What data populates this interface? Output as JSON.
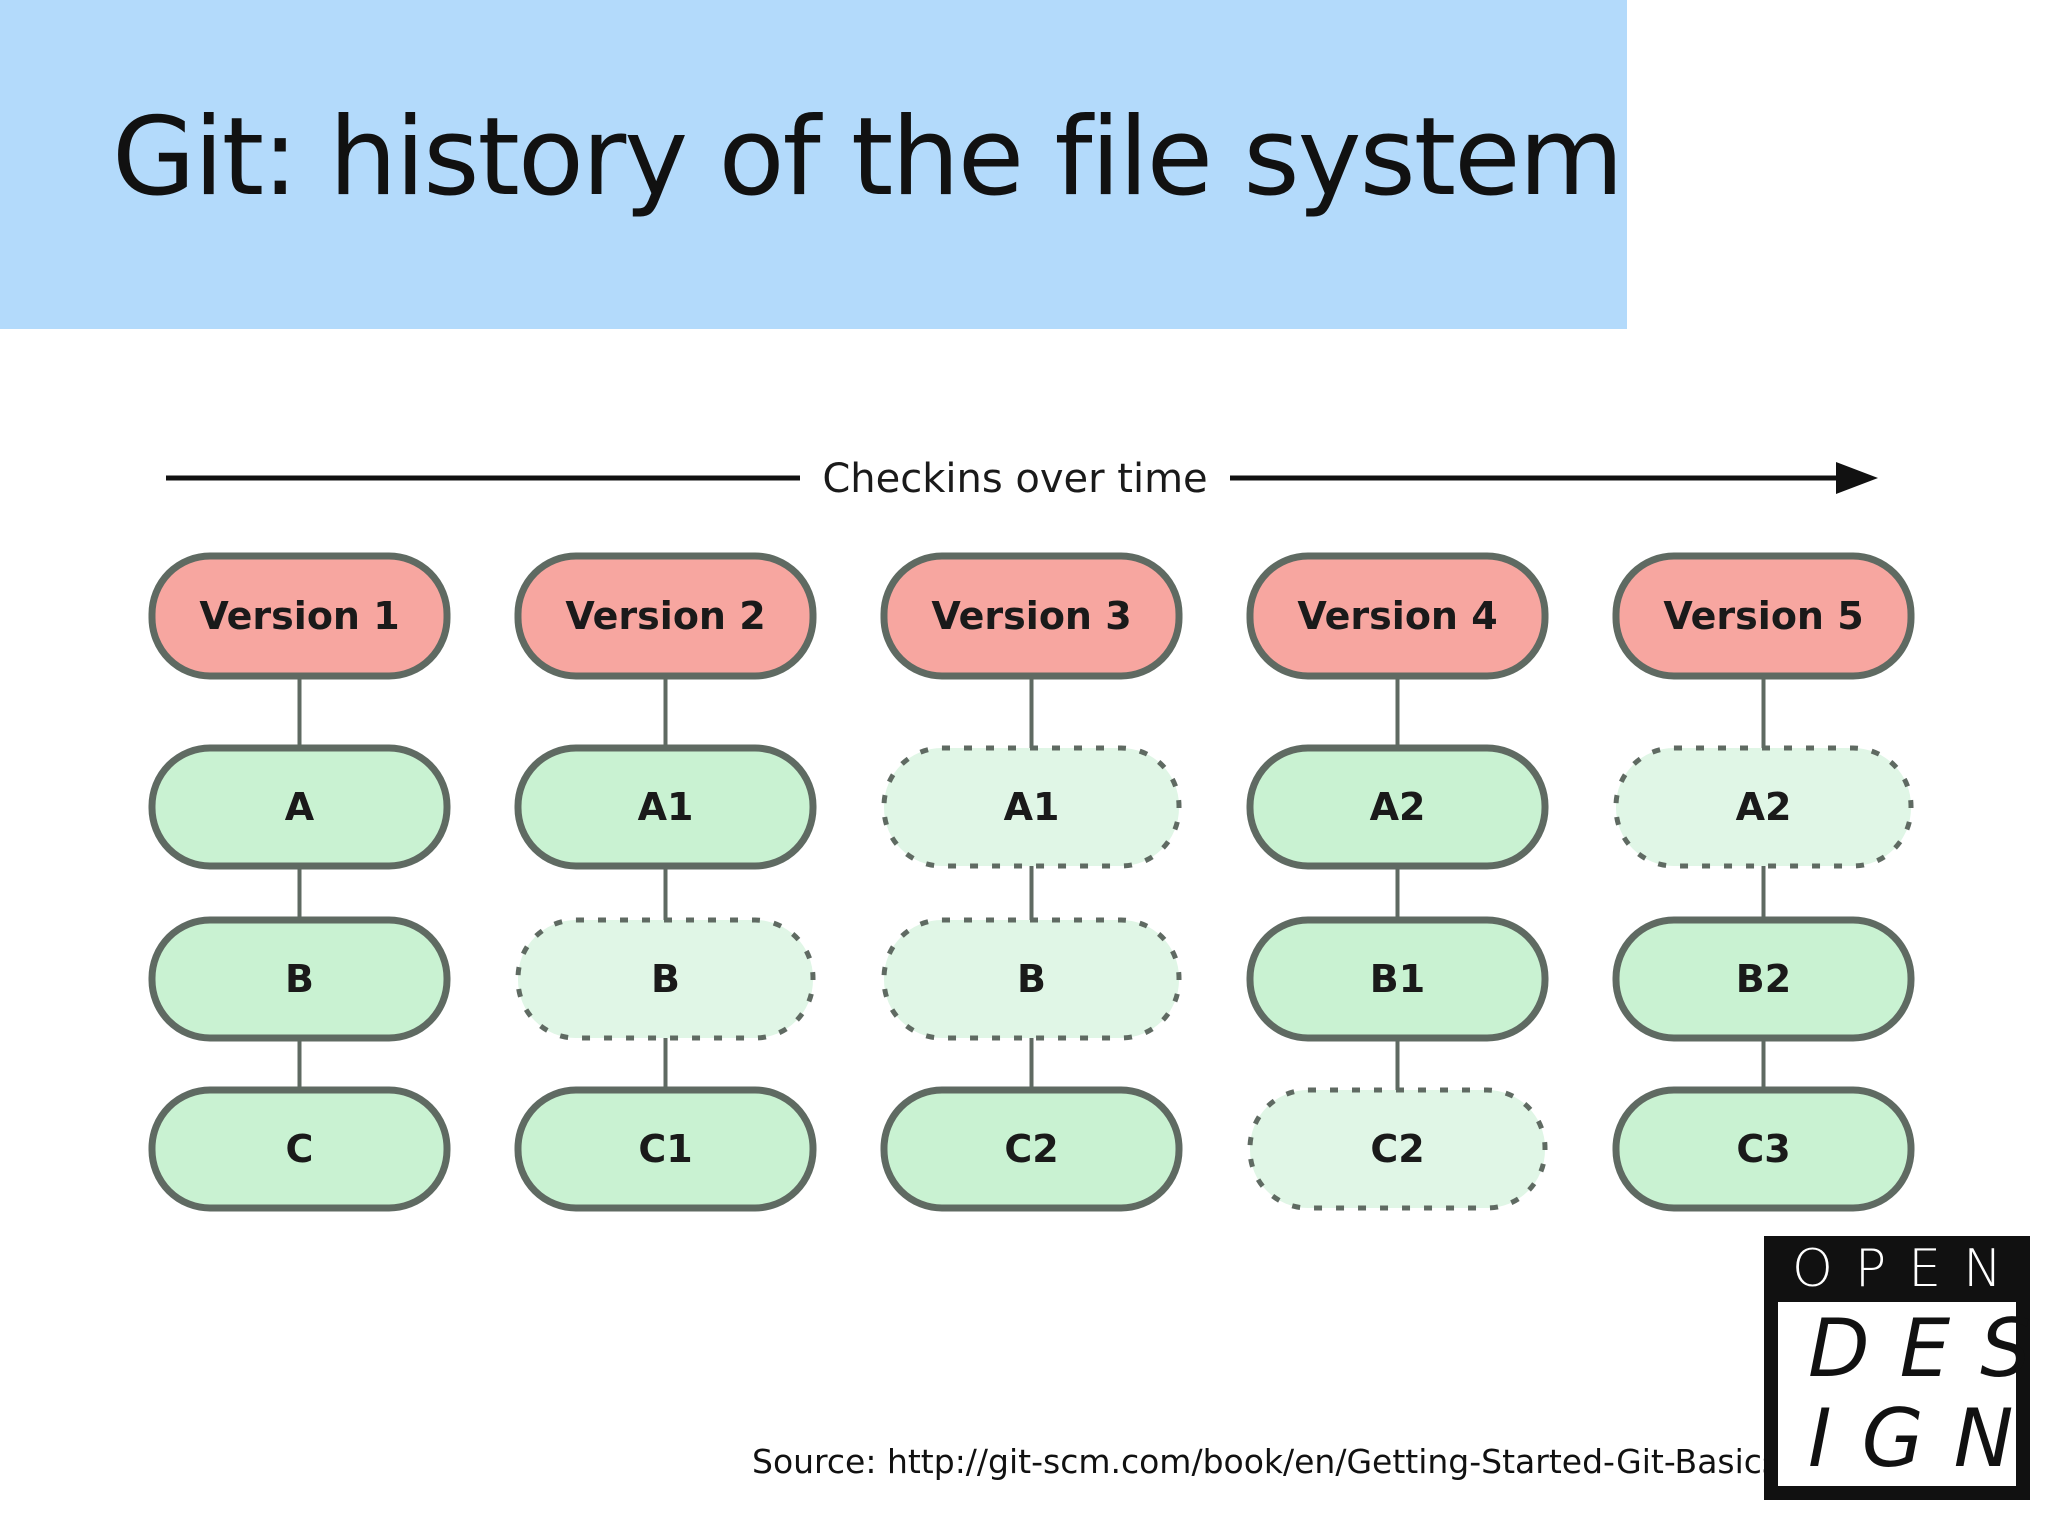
{
  "slide": {
    "title": "Git: history of the file system",
    "source": "Source: http://git-scm.com/book/en/Getting-Started-Git-Basics"
  },
  "diagram": {
    "axis_label": "Checkins over time",
    "colors": {
      "version_fill": "#f7a6a0",
      "file_fill": "#c9f2d2",
      "file_fill_unchanged": "#e0f6e6",
      "stroke": "#5f6a62"
    },
    "columns": [
      {
        "version": "Version 1",
        "files": [
          {
            "label": "A",
            "changed": true
          },
          {
            "label": "B",
            "changed": true
          },
          {
            "label": "C",
            "changed": true
          }
        ]
      },
      {
        "version": "Version 2",
        "files": [
          {
            "label": "A1",
            "changed": true
          },
          {
            "label": "B",
            "changed": false
          },
          {
            "label": "C1",
            "changed": true
          }
        ]
      },
      {
        "version": "Version 3",
        "files": [
          {
            "label": "A1",
            "changed": false
          },
          {
            "label": "B",
            "changed": false
          },
          {
            "label": "C2",
            "changed": true
          }
        ]
      },
      {
        "version": "Version 4",
        "files": [
          {
            "label": "A2",
            "changed": true
          },
          {
            "label": "B1",
            "changed": true
          },
          {
            "label": "C2",
            "changed": false
          }
        ]
      },
      {
        "version": "Version 5",
        "files": [
          {
            "label": "A2",
            "changed": false
          },
          {
            "label": "B2",
            "changed": true
          },
          {
            "label": "C3",
            "changed": true
          }
        ]
      }
    ]
  },
  "logo": {
    "line_top": "OPEN",
    "line_mid": "DES",
    "line_bottom": "IGN"
  }
}
